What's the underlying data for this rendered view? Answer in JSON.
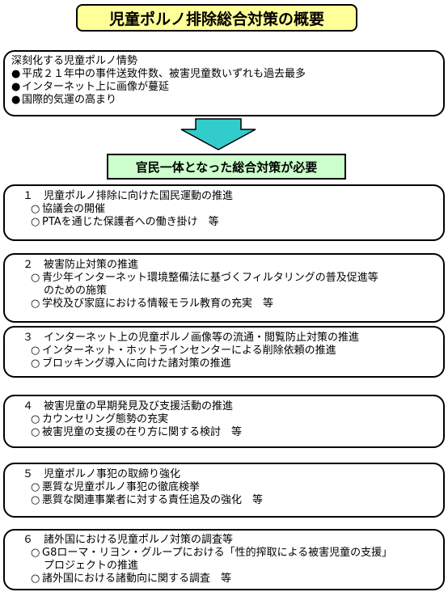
{
  "title": "児童ポルノ排除総合対策の概要",
  "situation": {
    "heading": "深刻化する児童ポルノ情勢",
    "bullet_symbol": "●",
    "bullets": [
      "平成２１年中の事件送致件数、被害児童数いずれも過去最多",
      "インターネット上に画像が蔓延",
      "国際的気運の高まり"
    ]
  },
  "arrow": {
    "fill": "#33cccc",
    "stroke": "#000000"
  },
  "needed": "官民一体となった総合対策が必要",
  "item_symbol": "○",
  "measures": [
    {
      "title": "１　児童ポルノ排除に向けた国民運動の推進",
      "items": [
        "協議会の開催",
        "PTAを通じた保護者への働き掛け　等"
      ]
    },
    {
      "title": "２　被害防止対策の推進",
      "items": [
        "青少年インターネット環境整備法に基づくフィルタリングの普及促進等",
        "学校及び家庭における情報モラル教育の充実　等"
      ],
      "continuation": "のための施策"
    },
    {
      "title": "３　インターネット上の児童ポルノ画像等の流通・閲覧防止対策の推進",
      "items": [
        "インターネット・ホットラインセンターによる削除依頼の推進",
        "ブロッキング導入に向けた諸対策の推進"
      ]
    },
    {
      "title": "４　被害児童の早期発見及び支援活動の推進",
      "items": [
        "カウンセリング態勢の充実",
        "被害児童の支援の在り方に関する検討　等"
      ]
    },
    {
      "title": "５　児童ポルノ事犯の取締り強化",
      "items": [
        "悪質な児童ポルノ事犯の徹底検挙",
        "悪質な関連事業者に対する責任追及の強化　等"
      ]
    },
    {
      "title": "６　諸外国における児童ポルノ対策の調査等",
      "items": [
        "G8ローマ・リヨン・グループにおける「性的搾取による被害児童の支援」",
        "諸外国における諸動向に関する調査　等"
      ],
      "continuation": "プロジェクトの推進"
    }
  ]
}
